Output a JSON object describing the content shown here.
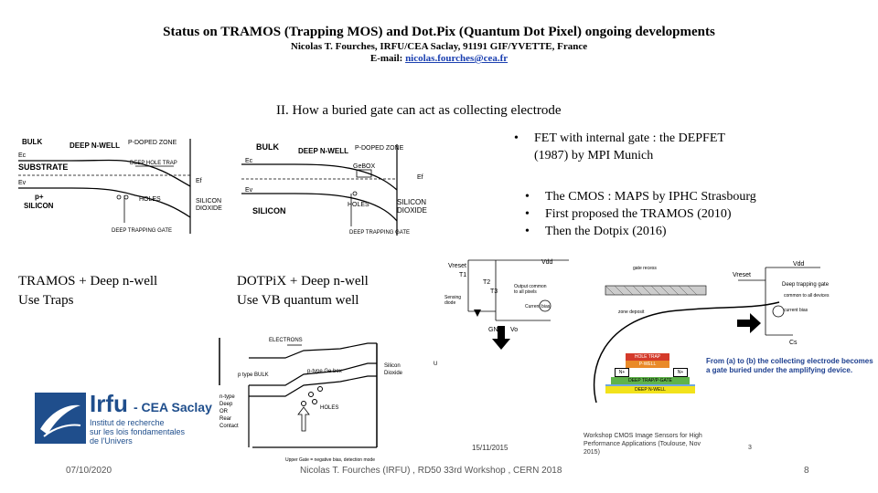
{
  "header": {
    "title": "Status on TRAMOS (Trapping MOS) and Dot.Pix (Quantum Dot Pixel) ongoing developments",
    "authors": "Nicolas T. Fourches, IRFU/CEA Saclay, 91191 GIF/YVETTE, France",
    "email_label": "E-mail: ",
    "email": "nicolas.fourches@cea.fr"
  },
  "section_title": "II.   How a buried gate can act as collecting electrode",
  "bullets_top": [
    "FET with internal gate : the DEPFET",
    "(1987) by MPI Munich"
  ],
  "bullets_list": [
    "The CMOS : MAPS by IPHC Strasbourg",
    "First proposed the TRAMOS (2010)",
    "Then the Dotpix (2016)"
  ],
  "captions": {
    "tramos_line1": "TRAMOS + Deep n-well",
    "tramos_line2": "Use Traps",
    "dotpix_line1": "DOTPiX + Deep n-well",
    "dotpix_line2": "Use VB quantum well"
  },
  "diagram_left": {
    "bulk": "BULK",
    "deep_nwell": "DEEP N-WELL",
    "pdoped": "P-DOPED ZONE",
    "substrate": "SUBSTRATE",
    "deep_hole_trap": "DEEP HOLE TRAP",
    "ec": "Ec",
    "ev": "Ev",
    "ef": "Ef",
    "psilicon1": "p+",
    "psilicon2": "SILICON",
    "holes": "HOLES",
    "silicon_dioxide1": "SILICON",
    "silicon_dioxide2": "DIOXIDE",
    "trapping_gate": "DEEP TRAPPING GATE"
  },
  "diagram_mid": {
    "bulk": "BULK",
    "deep_nwell": "DEEP N-WELL",
    "pdoped": "P-DOPED ZONE",
    "gebox": "GeBOX",
    "ec": "Ec",
    "ev": "Ev",
    "ef": "Ef",
    "silicon": "SILICON",
    "holes": "HOLES",
    "silicon_dio1": "SILICON",
    "silicon_dio2": "DIOXIDE",
    "trapping_gate": "DEEP TRAPPING GATE"
  },
  "diagram_bottom": {
    "electrons": "ELECTRONS",
    "ptype_bulk": "p type BULK",
    "ptype_gebox": "p-type Ge box",
    "silicon_dioxide1": "Silicon",
    "silicon_dioxide2": "Dioxide",
    "holes": "HOLES",
    "ntype": "n-type",
    "deep": "Deep",
    "or": "OR",
    "rear": "Rear",
    "contact": "Contact",
    "upper_gate": "Upper Gate = negative bias, detection mode",
    "u": "U"
  },
  "circuit_a": {
    "vreset": "Vreset",
    "vdd": "Vdd",
    "t1": "T1",
    "t2": "T2",
    "t3": "T3",
    "output": "Output common",
    "output2": "to all pixels",
    "sensing": "Sensing",
    "diode": "diode",
    "current_bias": "Current bias",
    "gnd": "GND",
    "vo": "Vo",
    "gate_recess": "gate recess",
    "zone_deposit": "zone deposit"
  },
  "circuit_b": {
    "vdd": "Vdd",
    "vreset": "Vreset",
    "trapping_gate": "Deep trapping gate",
    "common": "common to all devices",
    "current_bias": "current bias",
    "cs": "Cs"
  },
  "layers": {
    "l1": "HOLE TRAP",
    "l2": "P-WELL",
    "l3": "DEEP TRAP/P-GATE",
    "l4": "DEEP N-WELL",
    "n1": "N+",
    "n2": "N+"
  },
  "caption_right": {
    "line1": "From (a) to (b) the collecting electrode becomes",
    "line2": "a gate buried under the amplifying device."
  },
  "workshop": {
    "date": "15/11/2015",
    "line1": "Workshop CMOS Image Sensors for High",
    "line2": "Performance Applications (Toulouse, Nov",
    "line3": "2015)",
    "num": "3"
  },
  "logo": {
    "brand": "Irfu",
    "org": "- CEA Saclay",
    "line1": "Institut de recherche",
    "line2": "sur les lois fondamentales",
    "line3": "de l'Univers"
  },
  "footer": {
    "date": "07/10/2020",
    "event": "Nicolas T. Fourches (IRFU) , RD50 33rd Workshop , CERN 2018",
    "page": "8"
  },
  "colors": {
    "email_link": "#1a3fb0",
    "logo_blue": "#1f4e8c",
    "layer_red": "#d43a2a",
    "layer_orange": "#e98a28",
    "layer_green": "#5fb34a",
    "layer_blue": "#6fa7e0",
    "layer_yellow": "#f2e21b",
    "caption_blue": "#1d3f8f"
  }
}
